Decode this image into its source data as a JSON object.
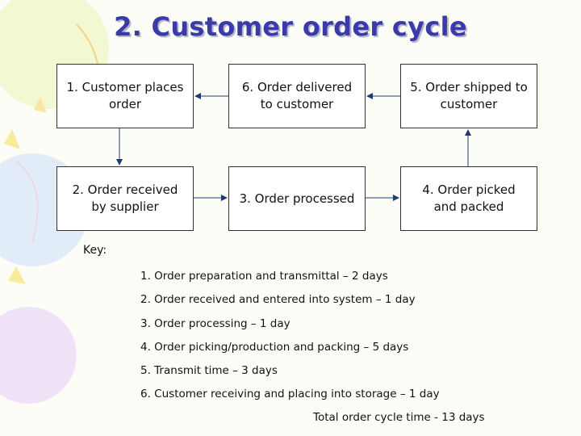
{
  "title": "2. Customer order cycle",
  "boxes": {
    "b1": "1. Customer places order",
    "b2": "2. Order received by supplier",
    "b3": "3. Order processed",
    "b4": "4. Order picked and packed",
    "b5": "5. Order shipped to customer",
    "b6": "6. Order delivered to customer"
  },
  "key": {
    "label": "Key:",
    "items": [
      "1. Order preparation and transmittal – 2 days",
      "2. Order received and entered into system – 1 day",
      "3. Order processing – 1 day",
      "4. Order picking/production and packing – 5 days",
      "5. Transmit time – 3 days",
      "6. Customer receiving and placing into storage – 1 day"
    ],
    "total": "Total order cycle time  - 13 days"
  },
  "colors": {
    "title": "#3a3aa8",
    "box_border": "#333333",
    "arrow": "#1a3a7a"
  }
}
